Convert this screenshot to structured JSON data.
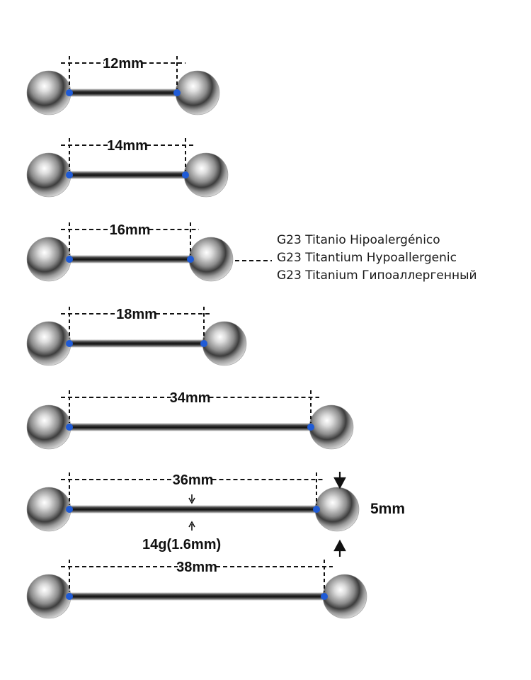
{
  "barbells": [
    {
      "length_label": "12mm"
    },
    {
      "length_label": "14mm"
    },
    {
      "length_label": "16mm"
    },
    {
      "length_label": "18mm"
    },
    {
      "length_label": "34mm"
    },
    {
      "length_label": "36mm"
    },
    {
      "length_label": "38mm"
    }
  ],
  "material": {
    "lines": [
      "G23 Titanio Hipoalergénico",
      "G23 Titantium Hypoallergenic",
      "G23 Titanium Гипоаллергенный"
    ]
  },
  "dimensions": {
    "ball_size_label": "5mm",
    "gauge_label": "14g(1.6mm)"
  },
  "colors": {
    "marker_dot": "#1f5bd6",
    "dimension_line": "#111111",
    "text": "#111111"
  }
}
